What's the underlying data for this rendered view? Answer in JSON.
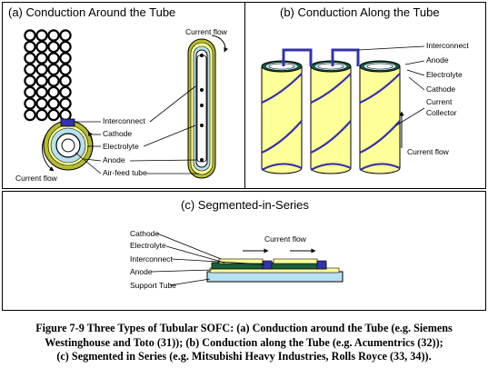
{
  "panels": {
    "a": {
      "title": "(a) Conduction Around the Tube",
      "labels": {
        "current_flow_top": "Current flow",
        "interconnect": "Interconnect",
        "cathode": "Cathode",
        "electrolyte": "Electrolyte",
        "anode": "Anode",
        "air_feed_tube": "Air-feed tube",
        "current_flow_bottom": "Current flow"
      }
    },
    "b": {
      "title": "(b) Conduction Along the Tube",
      "labels": {
        "interconnect": "Interconnect",
        "anode": "Anode",
        "electrolyte": "Electrolyte",
        "cathode": "Cathode",
        "current": "Current",
        "collector": "Collector",
        "current_flow": "Current flow"
      }
    },
    "c": {
      "title": "(c) Segmented-in-Series",
      "labels": {
        "cathode": "Cathode",
        "electrolyte": "Electrolyte",
        "interconnect": "Interconnect",
        "anode": "Anode",
        "support_tube": "Support Tube",
        "current_flow": "Current flow"
      }
    }
  },
  "caption": [
    "Figure 7-9  Three Types of Tubular SOFC: (a) Conduction around the Tube (e.g. Siemens",
    "Westinghouse and Toto (31)); (b) Conduction along the Tube (e.g. Acumentrics (32));",
    "(c) Segmented in Series (e.g. Mitsubishi Heavy Industries, Rolls Royce (33, 34))."
  ],
  "colors": {
    "anode": "#ffff99",
    "cathode": "#b5bd2e",
    "electrolyte": "#b8e0f0",
    "interconnect": "#3333aa",
    "support_tube": "#b8e0f0",
    "segment_dark": "#1b5e3a"
  }
}
